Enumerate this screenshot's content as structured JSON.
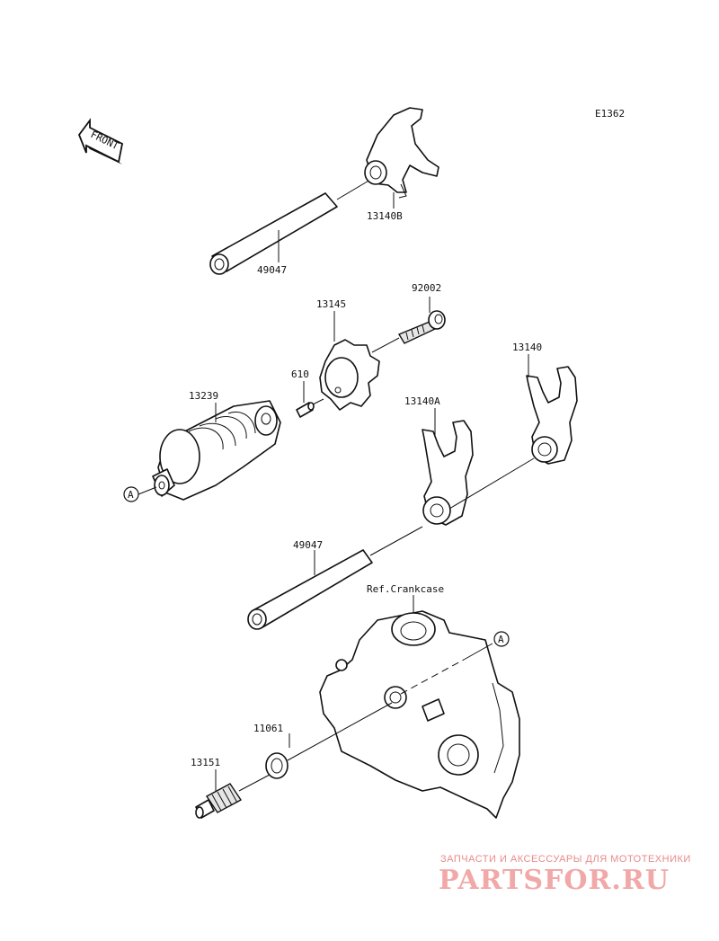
{
  "diagram_code": "E1362",
  "front_badge": "FRONT",
  "ref_label": "Ref.Crankcase",
  "marker": "A",
  "parts": {
    "fork_rear_top": "13140B",
    "shaft_upper": "49047",
    "bolt": "92002",
    "drum_cam": "13145",
    "pin": "610",
    "shift_drum": "13239",
    "fork_right": "13140",
    "fork_middle": "13140A",
    "shaft_lower": "49047",
    "washer": "11061",
    "neutral_switch": "13151"
  },
  "watermark": {
    "tagline": "ЗАПЧАСТИ И АКСЕССУАРЫ ДЛЯ МОТОТЕХНИКИ",
    "brand": "PARTSFOR.RU"
  }
}
